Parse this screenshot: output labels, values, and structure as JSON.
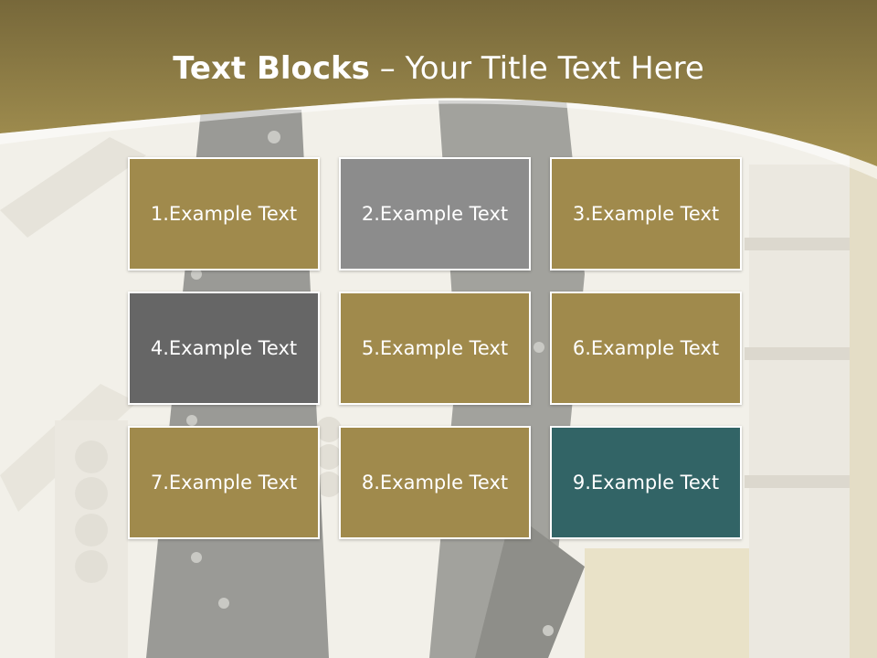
{
  "title": {
    "bold_part": "Text Blocks",
    "dash": " – ",
    "rest": "Your Title Text Here"
  },
  "colors": {
    "gold": "#a08a4c",
    "gray": "#8c8c8c",
    "dark_gray": "#666666",
    "teal": "#326466",
    "header_top": "#77683a",
    "header_bottom": "#a69352"
  },
  "blocks": [
    {
      "label": "1.Example Text",
      "color": "#a08a4c"
    },
    {
      "label": "2.Example Text",
      "color": "#8c8c8c"
    },
    {
      "label": "3.Example Text",
      "color": "#a08a4c"
    },
    {
      "label": "4.Example Text",
      "color": "#666666"
    },
    {
      "label": "5.Example Text",
      "color": "#a08a4c"
    },
    {
      "label": "6.Example Text",
      "color": "#a08a4c"
    },
    {
      "label": "7.Example Text",
      "color": "#a08a4c"
    },
    {
      "label": "8.Example Text",
      "color": "#a08a4c"
    },
    {
      "label": "9.Example Text",
      "color": "#326466"
    }
  ]
}
